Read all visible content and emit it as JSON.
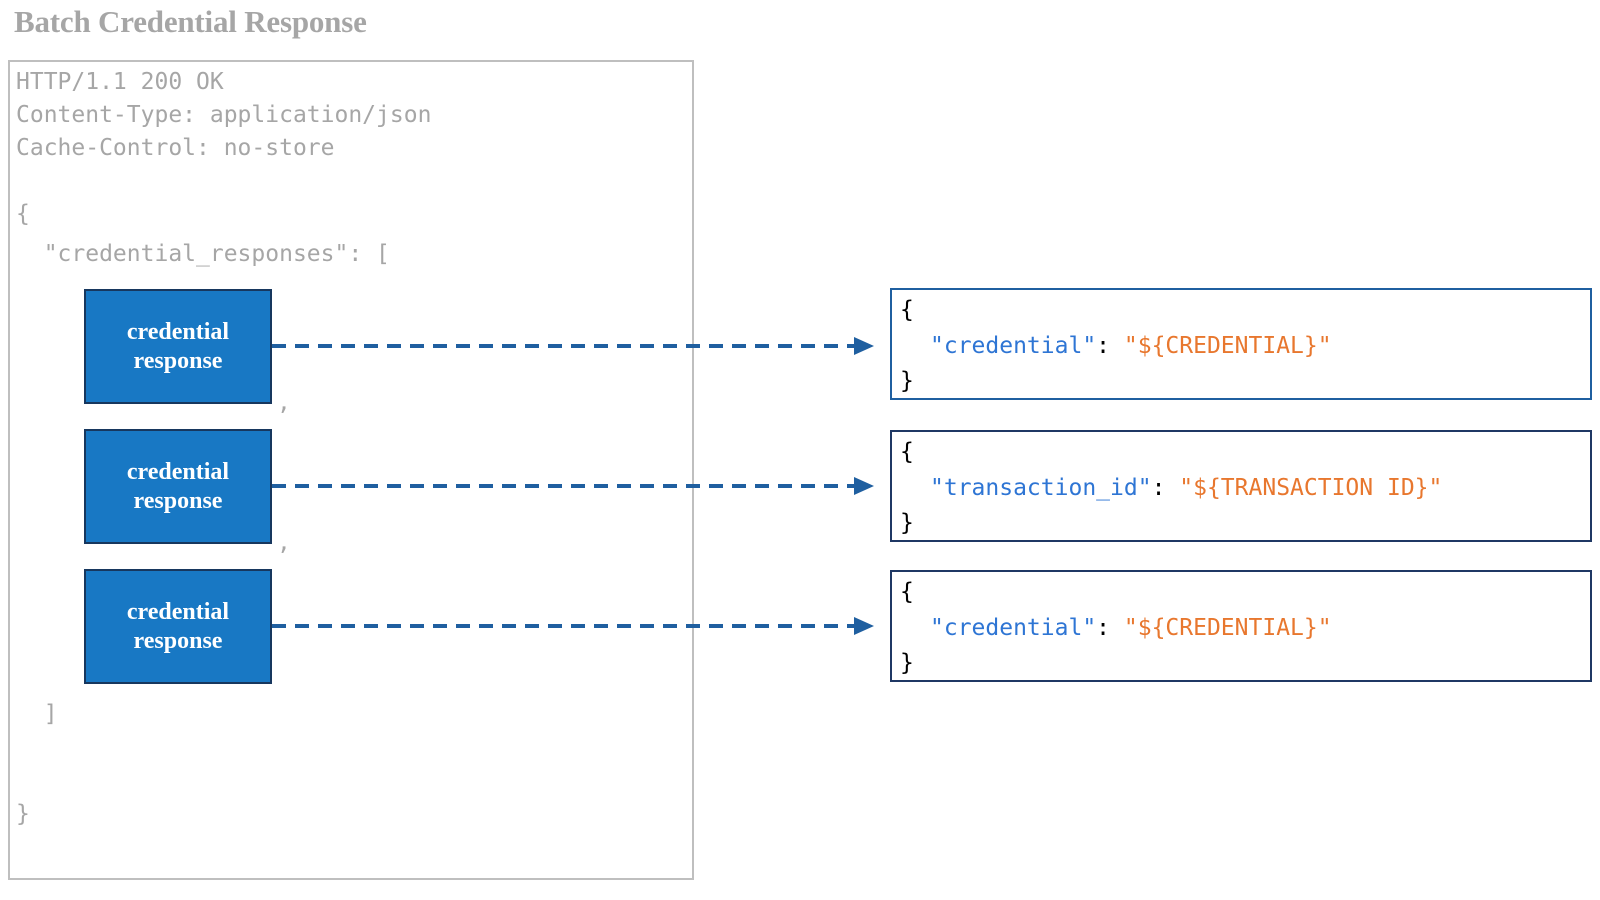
{
  "title": "Batch Credential Response",
  "colors": {
    "title": "#a6a6a6",
    "panel_border": "#bfbfbf",
    "code_text": "#a6a6a6",
    "block_fill": "#1878C4",
    "block_border": "#17375E",
    "block_text": "#ffffff",
    "arrow": "#1F5FA0",
    "json_box_border_primary": "#1F5FA0",
    "json_box_border_secondary": "#1F3864",
    "json_key": "#2E75D4",
    "json_value": "#E8772E",
    "json_punct": "#000000"
  },
  "response_panel": {
    "name": "http-response-block",
    "headers": [
      "HTTP/1.1 200 OK",
      "Content-Type: application/json",
      "Cache-Control: no-store"
    ],
    "brace_open": "{",
    "array_key": "  \"credential_responses\": [",
    "array_close": "  ]",
    "brace_close": "}",
    "separators": [
      ",",
      ","
    ]
  },
  "credential_blocks": [
    {
      "line1": "credential",
      "line2": "response"
    },
    {
      "line1": "credential",
      "line2": "response"
    },
    {
      "line1": "credential",
      "line2": "response"
    }
  ],
  "json_boxes": [
    {
      "brace_open": "{",
      "key": "\"credential\"",
      "colon": ": ",
      "value": "\"${CREDENTIAL}\"",
      "brace_close": "}"
    },
    {
      "brace_open": "{",
      "key": "\"transaction_id\"",
      "colon": ": ",
      "value": "\"${TRANSACTION ID}\"",
      "brace_close": "}"
    },
    {
      "brace_open": "{",
      "key": "\"credential\"",
      "colon": ": ",
      "value": "\"${CREDENTIAL}\"",
      "brace_close": "}"
    }
  ]
}
